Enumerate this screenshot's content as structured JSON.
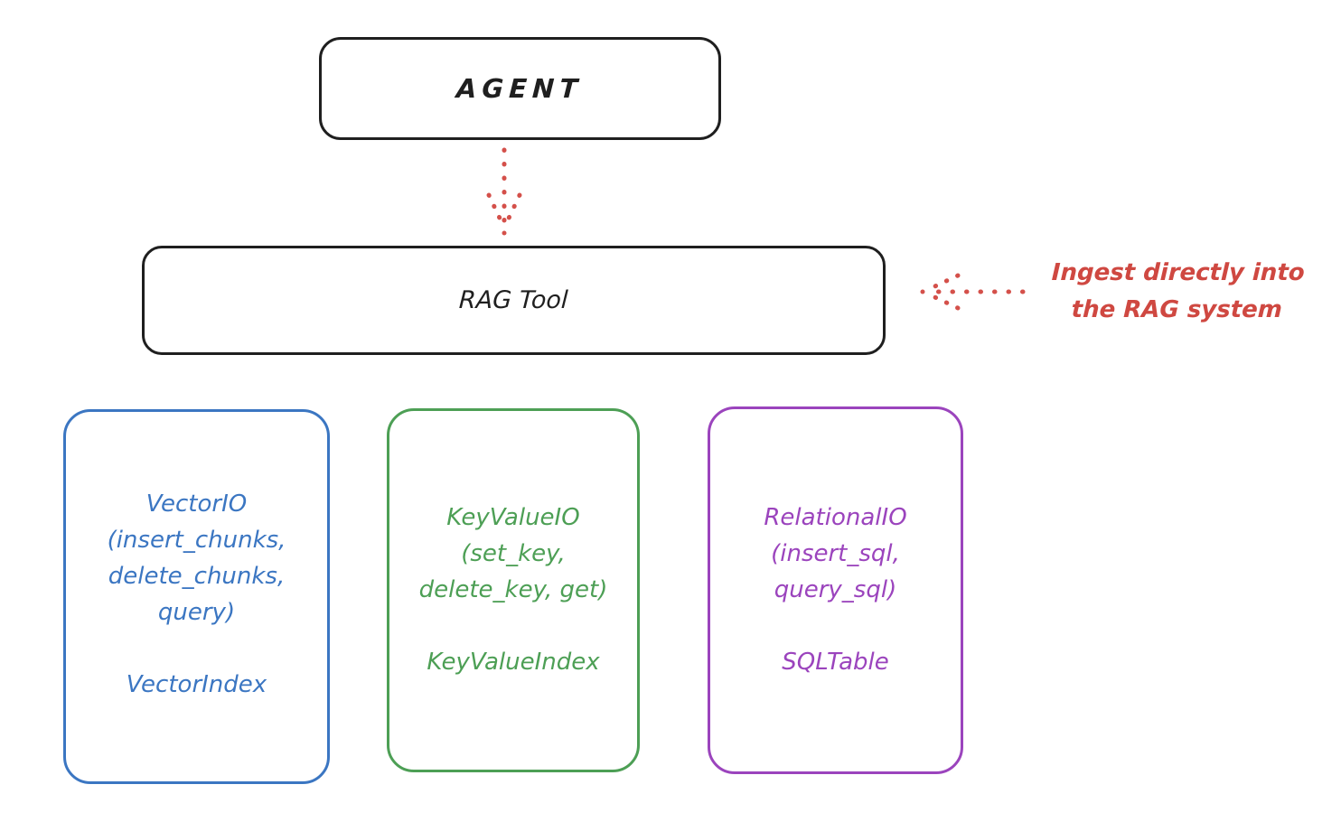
{
  "colors": {
    "stroke_black": "#1f1f1f",
    "annotation_red": "#cf4841",
    "vector_blue": "#3b76c2",
    "keyvalue_green": "#4d9f55",
    "relational_purple": "#9b44bd",
    "background": "#ffffff"
  },
  "agent_box": {
    "label": "AGENT"
  },
  "rag_tool_box": {
    "label": "RAG Tool"
  },
  "annotation": {
    "line1": "Ingest directly into",
    "line2": "the RAG system"
  },
  "stores": [
    {
      "name": "vector-io",
      "color": "#3b76c2",
      "lines": [
        "VectorIO",
        "(insert_chunks,",
        "delete_chunks,",
        "query)"
      ],
      "index_label": "VectorIndex"
    },
    {
      "name": "key-value-io",
      "color": "#4d9f55",
      "lines": [
        "KeyValueIO",
        "(set_key,",
        "delete_key, get)"
      ],
      "index_label": "KeyValueIndex"
    },
    {
      "name": "relational-io",
      "color": "#9b44bd",
      "lines": [
        "RelationalIO",
        "(insert_sql,",
        "query_sql)"
      ],
      "index_label": "SQLTable"
    }
  ]
}
